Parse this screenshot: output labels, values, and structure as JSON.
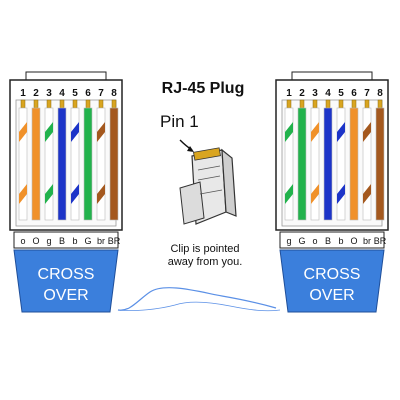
{
  "plug": {
    "title": "RJ-45 Plug",
    "pin_label": "Pin 1",
    "note_line1": "Clip is pointed",
    "note_line2": "away from you."
  },
  "connectors": [
    {
      "pins": [
        "1",
        "2",
        "3",
        "4",
        "5",
        "6",
        "7",
        "8"
      ],
      "codes": [
        "o",
        "O",
        "g",
        "B",
        "b",
        "G",
        "br",
        "BR"
      ],
      "wires": [
        {
          "base": "#ffffff",
          "stripe": "#f0912a"
        },
        {
          "base": "#f0912a",
          "stripe": null
        },
        {
          "base": "#ffffff",
          "stripe": "#22b24c"
        },
        {
          "base": "#1c34c8",
          "stripe": null
        },
        {
          "base": "#ffffff",
          "stripe": "#1c34c8"
        },
        {
          "base": "#22b24c",
          "stripe": null
        },
        {
          "base": "#ffffff",
          "stripe": "#a4581e"
        },
        {
          "base": "#a4581e",
          "stripe": null
        }
      ],
      "boot_label_line1": "CROSS",
      "boot_label_line2": "OVER"
    },
    {
      "pins": [
        "1",
        "2",
        "3",
        "4",
        "5",
        "6",
        "7",
        "8"
      ],
      "codes": [
        "g",
        "G",
        "o",
        "B",
        "b",
        "O",
        "br",
        "BR"
      ],
      "wires": [
        {
          "base": "#ffffff",
          "stripe": "#22b24c"
        },
        {
          "base": "#22b24c",
          "stripe": null
        },
        {
          "base": "#ffffff",
          "stripe": "#f0912a"
        },
        {
          "base": "#1c34c8",
          "stripe": null
        },
        {
          "base": "#ffffff",
          "stripe": "#1c34c8"
        },
        {
          "base": "#f0912a",
          "stripe": null
        },
        {
          "base": "#ffffff",
          "stripe": "#a4581e"
        },
        {
          "base": "#a4581e",
          "stripe": null
        }
      ],
      "boot_label_line1": "CROSS",
      "boot_label_line2": "OVER"
    }
  ],
  "colors": {
    "boot": "#3b7fdc",
    "boot_text": "#ffffff",
    "cable": "#5b90e6",
    "plug_outline": "#222222",
    "plug_shell": "#ffffff"
  }
}
